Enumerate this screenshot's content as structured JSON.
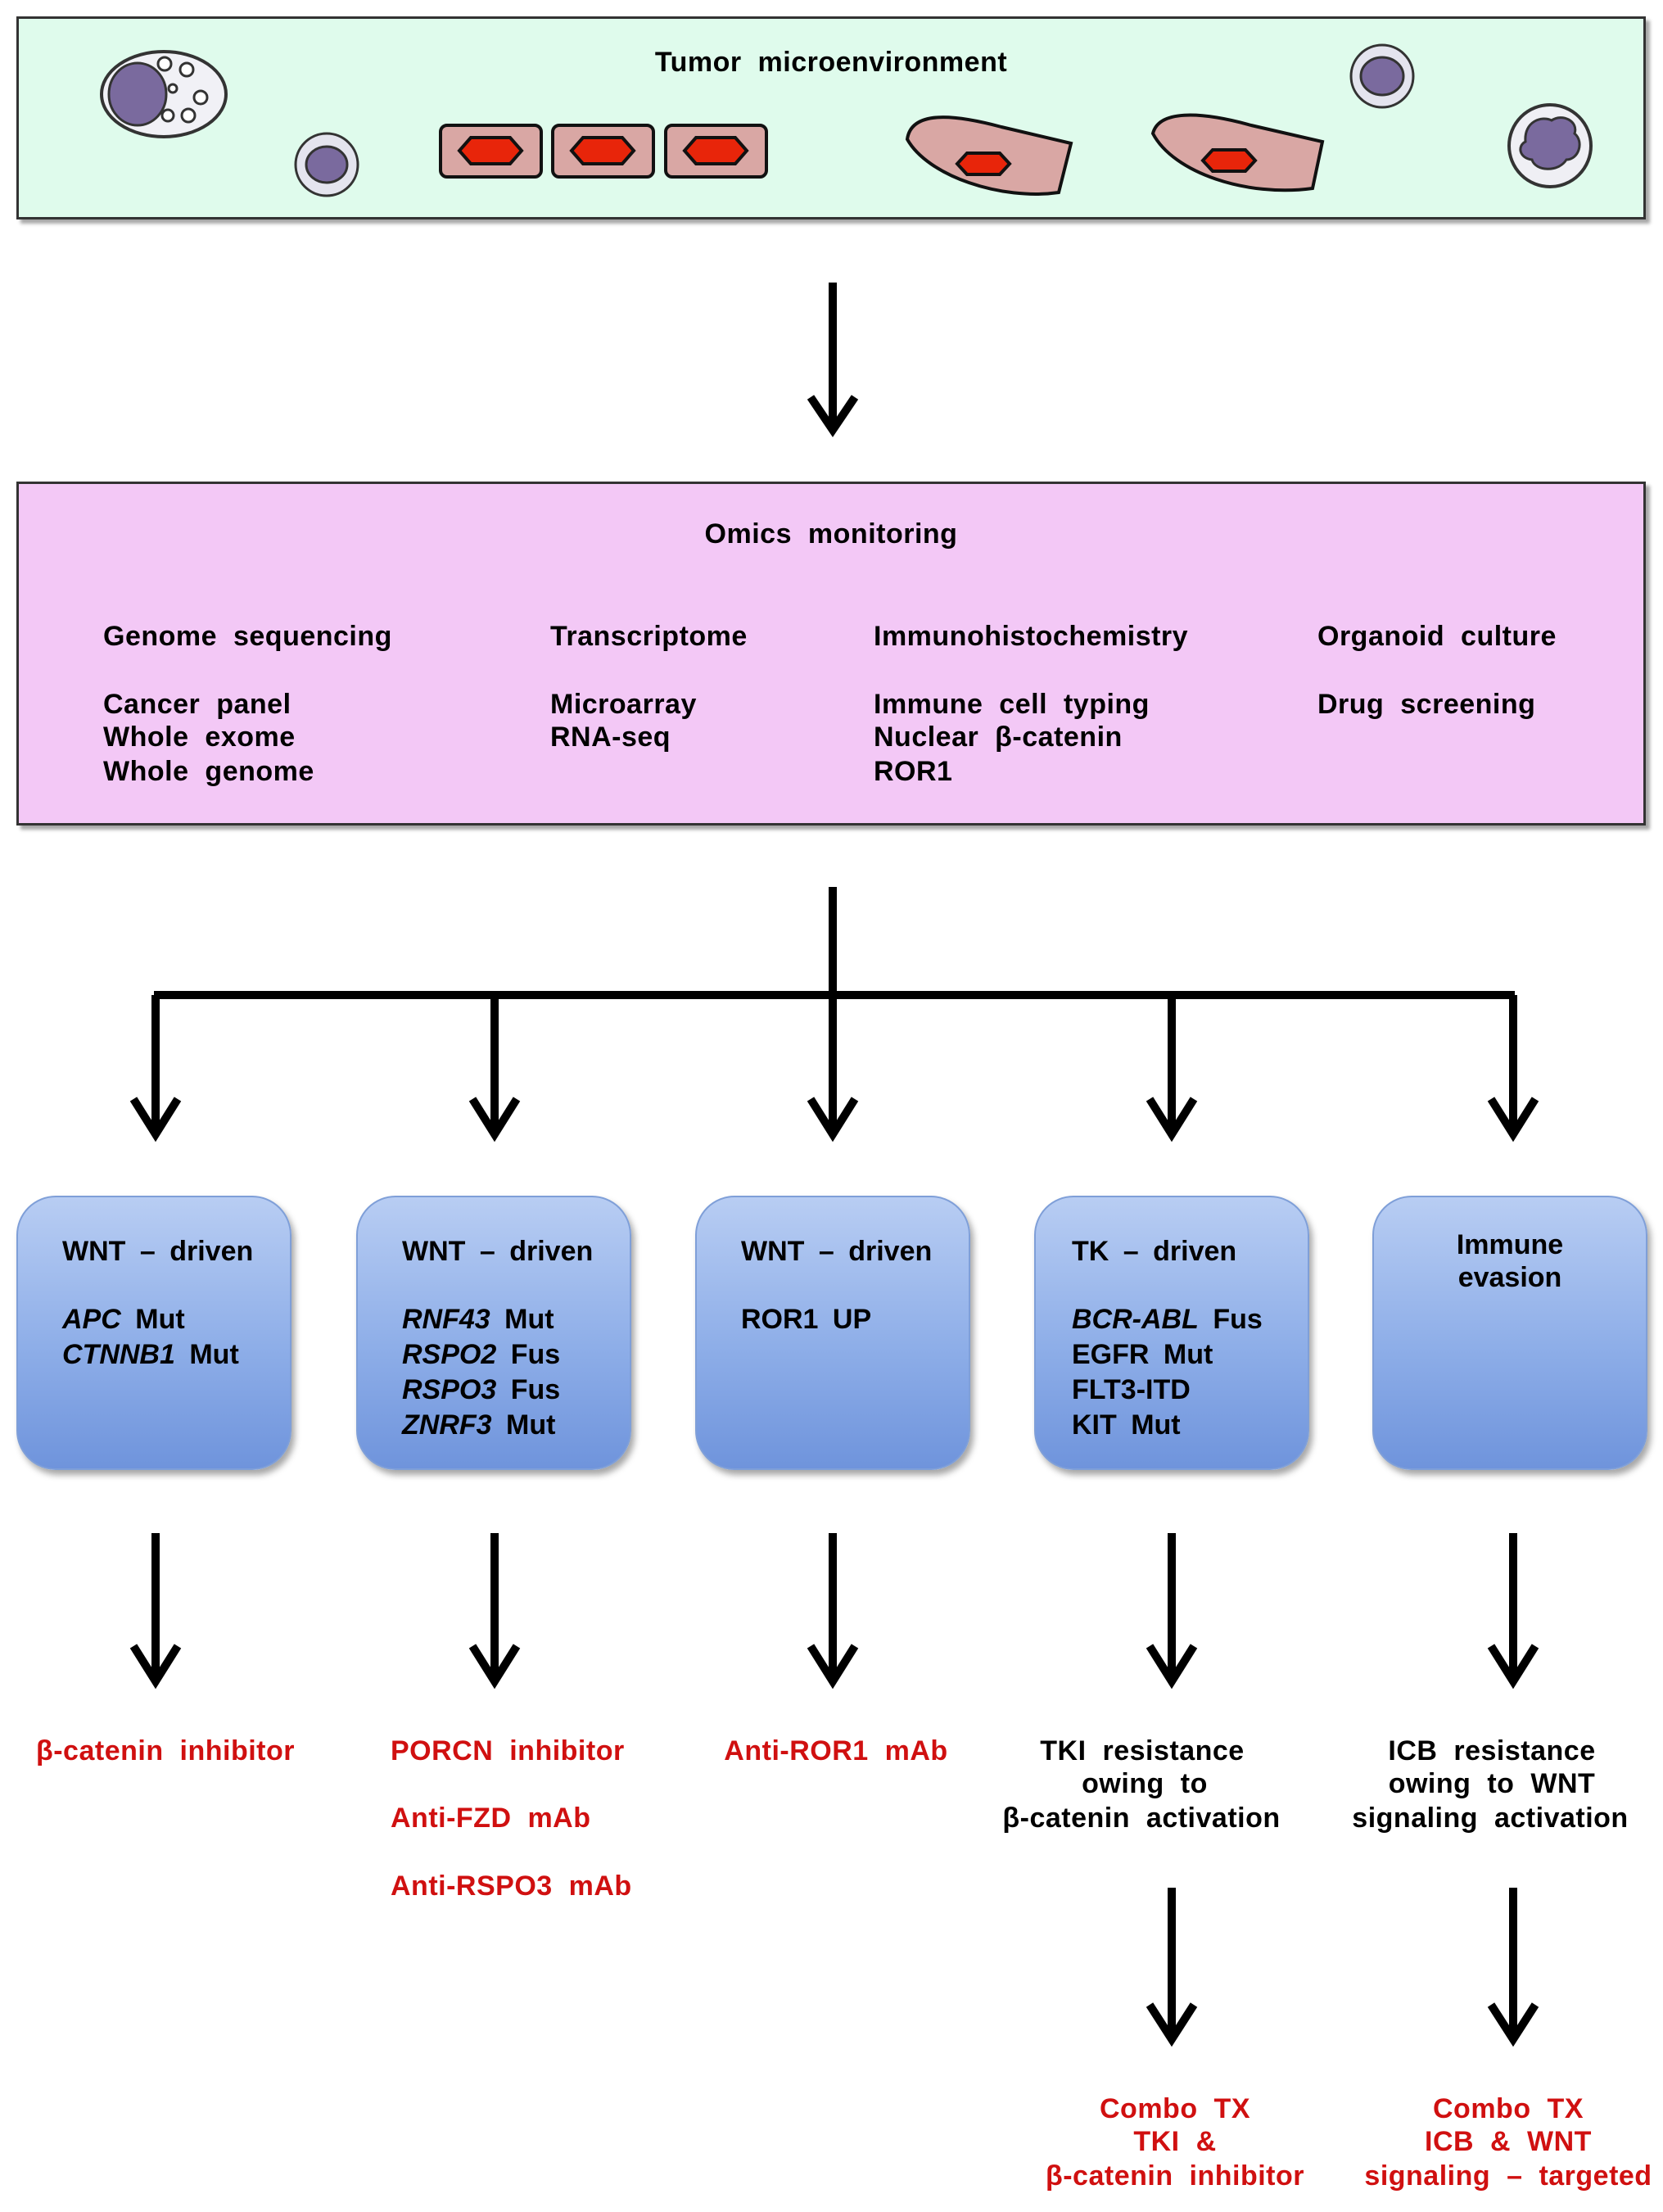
{
  "tumor_microenvironment": {
    "title": "Tumor microenvironment"
  },
  "omics": {
    "title": "Omics monitoring",
    "columns": [
      {
        "heading": "Genome sequencing",
        "items": [
          "Cancer panel",
          "Whole exome",
          "Whole genome"
        ]
      },
      {
        "heading": "Transcriptome",
        "items": [
          "Microarray",
          "RNA-seq"
        ]
      },
      {
        "heading": "Immunohistochemistry",
        "items": [
          "Immune cell typing",
          "Nuclear β-catenin",
          "ROR1"
        ]
      },
      {
        "heading": "Organoid culture",
        "items": [
          "Drug screening"
        ]
      }
    ]
  },
  "categories": [
    {
      "title": "WNT – driven",
      "lines": [
        {
          "gene": "APC",
          "label": "Mut"
        },
        {
          "gene": "CTNNB1",
          "label": "Mut"
        }
      ]
    },
    {
      "title": "WNT – driven",
      "lines": [
        {
          "gene": "RNF43",
          "label": "Mut"
        },
        {
          "gene": "RSPO2",
          "label": "Fus"
        },
        {
          "gene": "RSPO3",
          "label": "Fus"
        },
        {
          "gene": "ZNRF3",
          "label": "Mut"
        }
      ]
    },
    {
      "title": "WNT – driven",
      "lines": [
        {
          "gene": "",
          "label": "ROR1 UP"
        }
      ]
    },
    {
      "title": "TK – driven",
      "lines": [
        {
          "gene": "BCR-ABL",
          "label": "Fus"
        },
        {
          "gene": "",
          "label": "EGFR Mut"
        },
        {
          "gene": "",
          "label": "FLT3-ITD"
        },
        {
          "gene": "",
          "label": "KIT Mut"
        }
      ]
    },
    {
      "title": "Immune\nevasion",
      "lines": []
    }
  ],
  "therapies": {
    "col1": [
      "β-catenin inhibitor"
    ],
    "col2": [
      "PORCN inhibitor",
      "Anti-FZD mAb",
      "Anti-RSPO3 mAb"
    ],
    "col3": [
      "Anti-ROR1 mAb"
    ],
    "col4_resistance": [
      "TKI resistance",
      "owing to",
      "β-catenin activation"
    ],
    "col5_resistance": [
      "ICB resistance",
      "owing to WNT",
      "signaling activation"
    ],
    "col4_combo": [
      "Combo TX",
      "TKI &",
      "β-catenin inhibitor"
    ],
    "col5_combo": [
      "Combo TX",
      "ICB & WNT",
      "signaling – targeted"
    ]
  },
  "colors": {
    "tme_panel": "#dffbec",
    "omics_panel": "#f3c8f6",
    "card": "#8eaee8",
    "therapy_text": "#d01010",
    "nucleus": "#7a6a9e",
    "tumor_cell": "#d9a7a4",
    "tumor_nucleus": "#e8250a"
  }
}
